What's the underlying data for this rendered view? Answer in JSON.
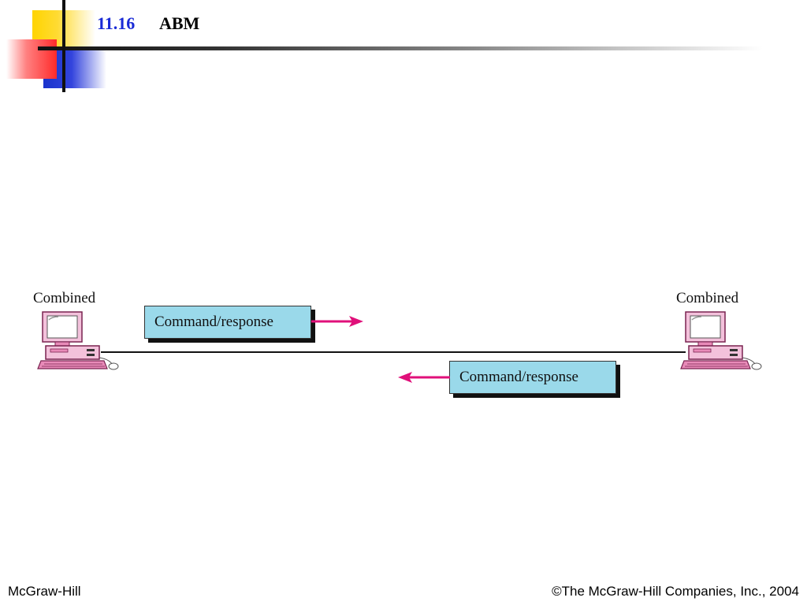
{
  "slide": {
    "number": "11.16",
    "title": "ABM"
  },
  "diagram": {
    "left_station": {
      "label": "Combined",
      "icon": "computer-icon"
    },
    "right_station": {
      "label": "Combined",
      "icon": "computer-icon"
    },
    "messages": [
      {
        "label": "Command/response",
        "direction": "right"
      },
      {
        "label": "Command/response",
        "direction": "left"
      }
    ],
    "colors": {
      "message_fill": "#9ad9ea",
      "arrow": "#e0107a",
      "computer": "#e88ab8",
      "title_number": "#1a2bd6"
    }
  },
  "footer": {
    "left": "McGraw-Hill",
    "right": "©The McGraw-Hill Companies, Inc., 2004"
  }
}
